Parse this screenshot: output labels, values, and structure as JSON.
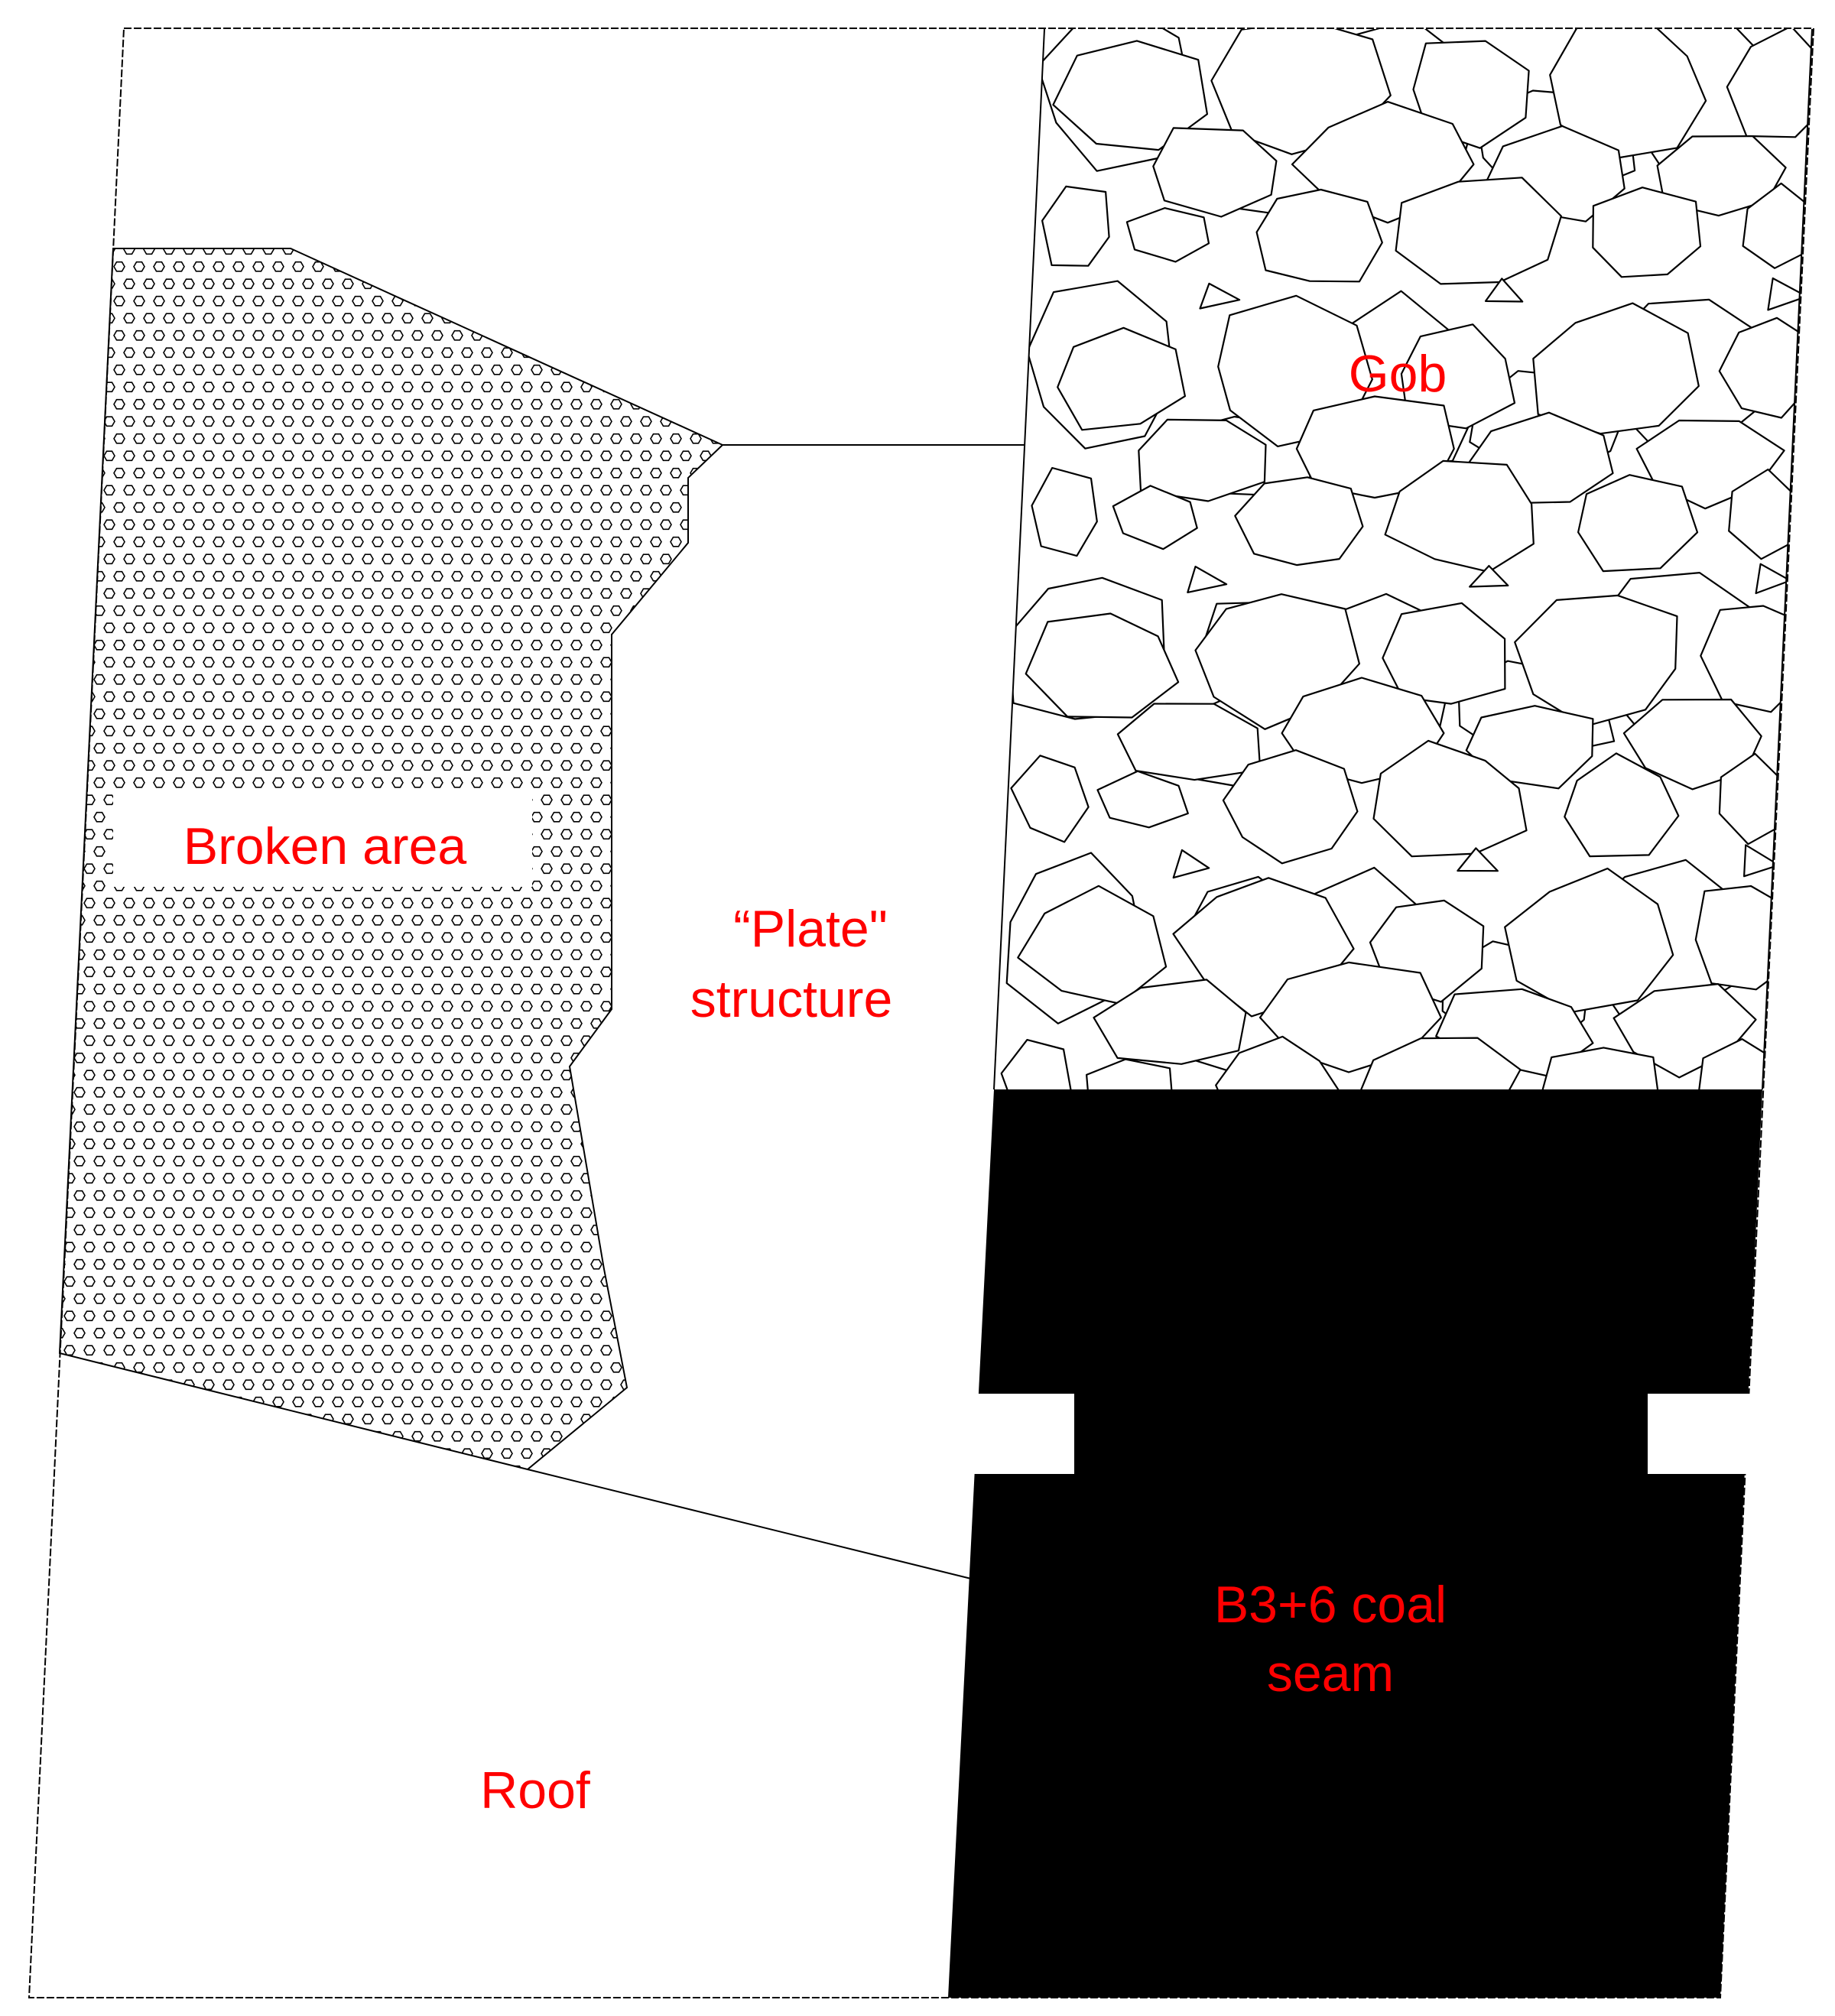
{
  "colors": {
    "label": "#ff0000",
    "outline": "#000000",
    "coal": "#000000",
    "background": "#ffffff"
  },
  "labels": {
    "gob": "Gob",
    "broken_area": "Broken area",
    "plate_line1": "“Plate\"",
    "plate_line2": "structure",
    "coal_line1": "B3+6 coal",
    "coal_line2": "seam",
    "roof": "Roof"
  }
}
